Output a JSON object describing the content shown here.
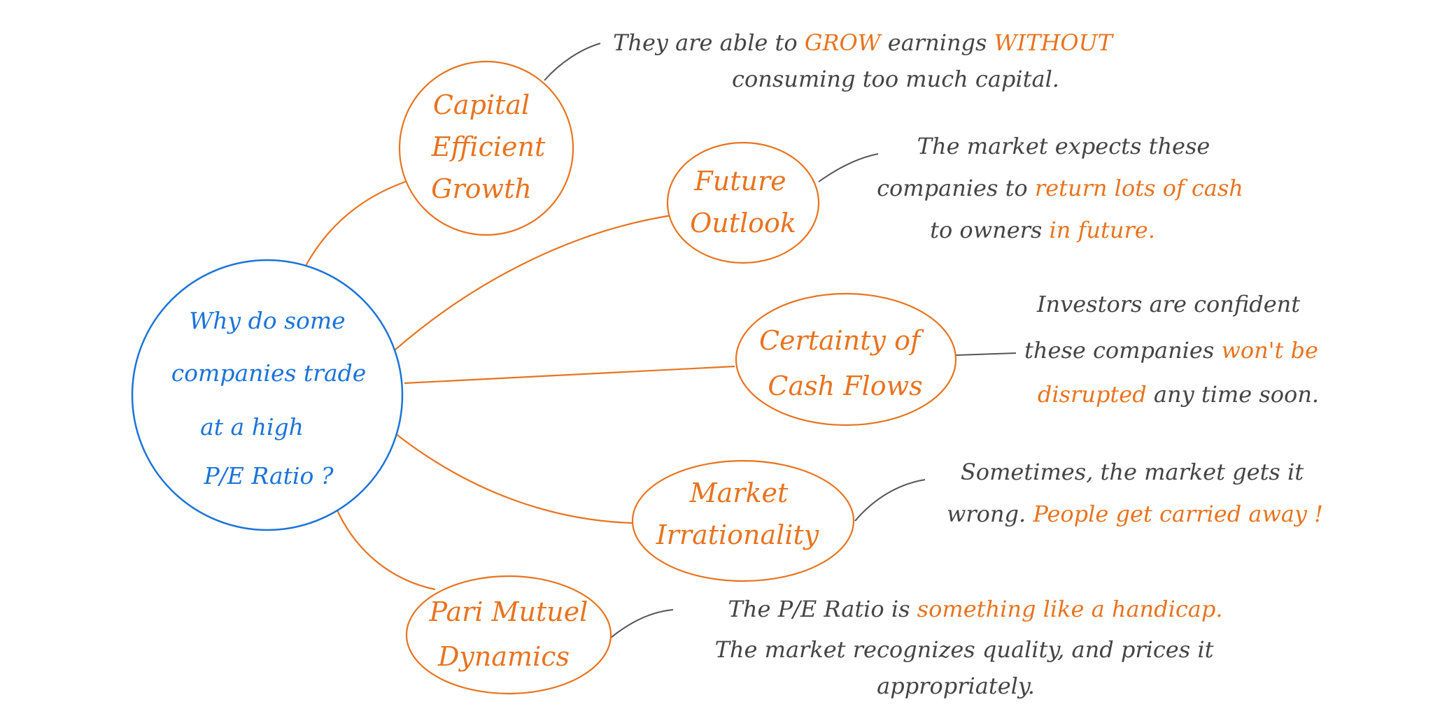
{
  "colors": {
    "center": "#1a73d9",
    "branch": "#e8731f",
    "note": "#444444",
    "highlight": "#e8731f",
    "connector": "#555555"
  },
  "center": {
    "lines": [
      "Why  do  some",
      "companies  trade",
      "at  a  high",
      "P/E  Ratio ?"
    ]
  },
  "branches": [
    {
      "id": "capital",
      "label_lines": [
        "Capital",
        "Efficient",
        "Growth"
      ],
      "note_lines": [
        [
          {
            "t": "They  are  able  to  "
          },
          {
            "t": "GROW",
            "hl": true
          },
          {
            "t": "  earnings  "
          },
          {
            "t": "WITHOUT",
            "hl": true
          }
        ],
        [
          {
            "t": "consuming  too  much  capital."
          }
        ]
      ]
    },
    {
      "id": "future",
      "label_lines": [
        "Future",
        "Outlook"
      ],
      "note_lines": [
        [
          {
            "t": "The  market  expects  these"
          }
        ],
        [
          {
            "t": "companies  to  "
          },
          {
            "t": "return  lots  of  cash",
            "hl": true
          }
        ],
        [
          {
            "t": "to  owners  "
          },
          {
            "t": "in  future.",
            "hl": true
          }
        ]
      ]
    },
    {
      "id": "certainty",
      "label_lines": [
        "Certainty  of",
        "Cash  Flows"
      ],
      "note_lines": [
        [
          {
            "t": "Investors  are  confident"
          }
        ],
        [
          {
            "t": "these  companies  "
          },
          {
            "t": "won't  be",
            "hl": true
          }
        ],
        [
          {
            "t": "disrupted",
            "hl": true
          },
          {
            "t": "  any  time  soon."
          }
        ]
      ]
    },
    {
      "id": "irrationality",
      "label_lines": [
        "Market",
        "Irrationality"
      ],
      "note_lines": [
        [
          {
            "t": "Sometimes,  the  market  gets  it"
          }
        ],
        [
          {
            "t": "wrong.  "
          },
          {
            "t": "People  get  carried  away !",
            "hl": true
          }
        ]
      ]
    },
    {
      "id": "parimutuel",
      "label_lines": [
        "Pari  Mutuel",
        "Dynamics"
      ],
      "note_lines": [
        [
          {
            "t": "The  P/E  Ratio  is  "
          },
          {
            "t": "something  like  a  handicap.",
            "hl": true
          }
        ],
        [
          {
            "t": "The  market  recognizes  quality,  and  prices  it"
          }
        ],
        [
          {
            "t": "appropriately."
          }
        ]
      ]
    }
  ]
}
